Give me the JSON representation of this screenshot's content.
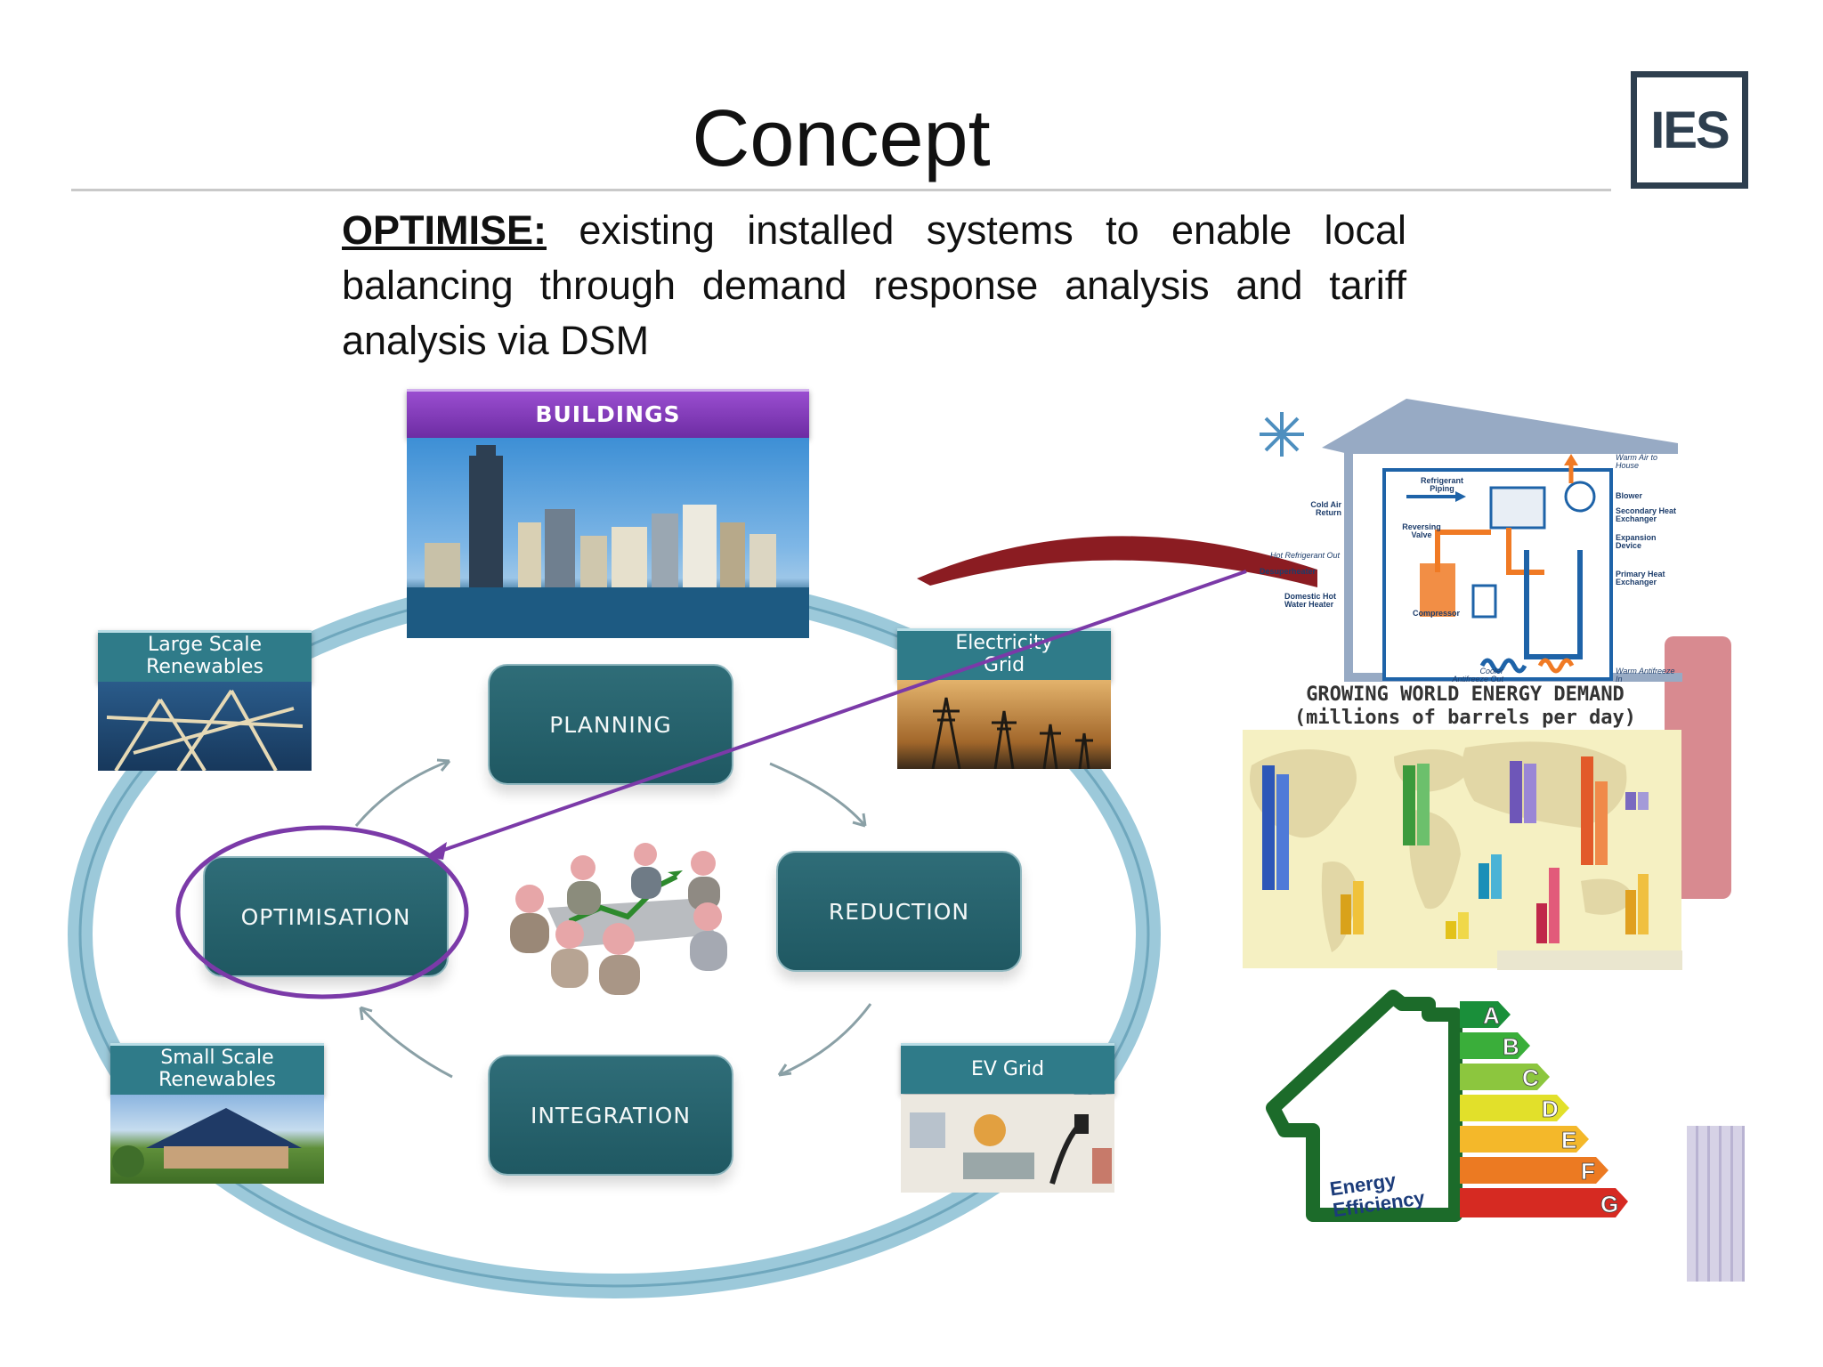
{
  "slide": {
    "title": "Concept",
    "logo_text": "IES",
    "body_keyword": "OPTIMISE:",
    "body_text": " existing installed systems to enable local balancing through demand response analysis and tariff analysis via DSM"
  },
  "cycle": {
    "steps": [
      "PLANNING",
      "REDUCTION",
      "INTEGRATION",
      "OPTIMISATION"
    ],
    "highlighted": "OPTIMISATION"
  },
  "panels": {
    "buildings": "BUILDINGS",
    "large_scale": [
      "Large Scale",
      "Renewables"
    ],
    "electricity": [
      "Electricity",
      "Grid"
    ],
    "small_scale": [
      "Small Scale",
      "Renewables"
    ],
    "ev_grid": "EV Grid"
  },
  "heat_pump": {
    "labels_left": [
      "Cold Air Return",
      "Hot Refrigerant Out",
      "Desuperheater",
      "Domestic Hot Water Heater"
    ],
    "labels_inner": [
      "Refrigerant Piping",
      "Reversing Valve",
      "Compressor"
    ],
    "labels_right": [
      "Warm Air to House",
      "Blower",
      "Secondary Heat Exchanger",
      "Expansion Device",
      "Primary Heat Exchanger"
    ],
    "labels_bottom": [
      "Cooler Antifreeze Out",
      "Warm Antifreeze In"
    ]
  },
  "demand": {
    "title_line1": "GROWING WORLD ENERGY DEMAND",
    "title_line2": "(millions of barrels per day)"
  },
  "energy_label": {
    "grades": [
      "A",
      "B",
      "C",
      "D",
      "E",
      "F",
      "G"
    ],
    "caption": [
      "Energy",
      "Efficiency"
    ]
  },
  "colors": {
    "teal": "#2f7b89",
    "purple": "#7b3aa8",
    "ring": "#9cc9da"
  }
}
